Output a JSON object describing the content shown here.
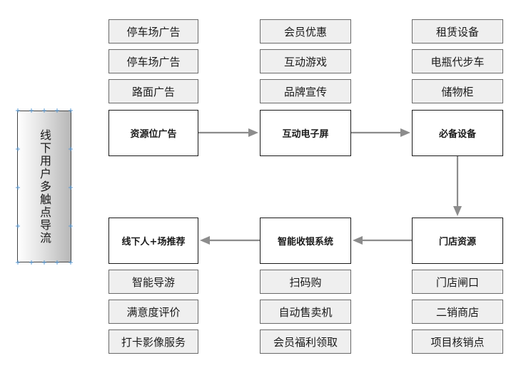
{
  "side_label": "线下用户多触点导流",
  "top_row": [
    {
      "title": "资源位广告",
      "items": [
        "停车场广告",
        "停车场广告",
        "路面广告"
      ]
    },
    {
      "title": "互动电子屏",
      "items": [
        "会员优惠",
        "互动游戏",
        "品牌宣传"
      ]
    },
    {
      "title": "必备设备",
      "items": [
        "租赁设备",
        "电瓶代步车",
        "储物柜"
      ]
    }
  ],
  "bottom_row": [
    {
      "title": "线下人+场推荐",
      "items": [
        "智能导游",
        "满意度评价",
        "打卡影像服务"
      ]
    },
    {
      "title": "智能收银系统",
      "items": [
        "扫码购",
        "自动售卖机",
        "会员福利领取"
      ]
    },
    {
      "title": "门店资源",
      "items": [
        "门店闸口",
        "二销商店",
        "项目核销点"
      ]
    }
  ],
  "colors": {
    "arrow": "#8c8c8c",
    "handle": "#5b9bd5"
  }
}
